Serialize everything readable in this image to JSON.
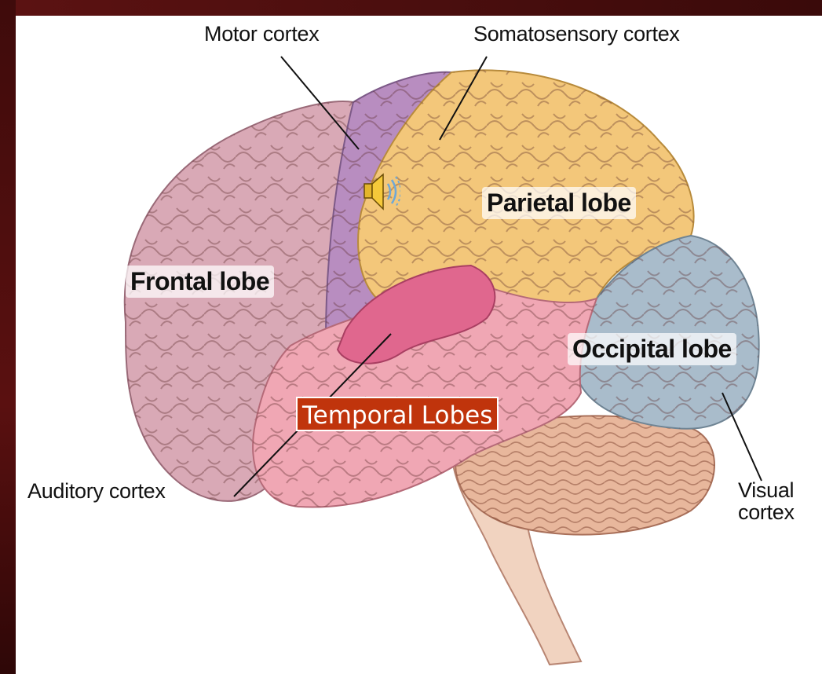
{
  "labels": {
    "motor_cortex": "Motor cortex",
    "somatosensory_cortex": "Somatosensory cortex",
    "parietal_lobe": "Parietal lobe",
    "frontal_lobe": "Frontal lobe",
    "occipital_lobe": "Occipital lobe",
    "temporal_lobes": "Temporal Lobes",
    "auditory_cortex": "Auditory cortex",
    "visual_cortex_line1": "Visual",
    "visual_cortex_line2": "cortex"
  },
  "icons": {
    "speaker": "speaker-icon"
  },
  "colors": {
    "frame": "#4a0e0e",
    "frontal": "#d9a9b6",
    "motor": "#b88dc0",
    "parietal": "#f3c77a",
    "temporal": "#f0a7b4",
    "auditory": "#e0678e",
    "occipital": "#a9bccb",
    "cerebellum": "#e8b79c",
    "brainstem": "#f1d3c0",
    "temporal_label_bg": "#c0340c"
  }
}
